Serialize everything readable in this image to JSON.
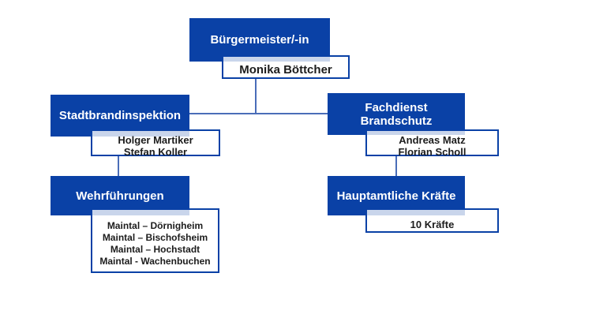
{
  "colors": {
    "box_blue": "#0a41a6",
    "connector_blue": "#4a6db8",
    "overlap_tint": "#c9d5eb",
    "text_dark": "#1c1c1c",
    "text_light": "#ffffff"
  },
  "org": {
    "root": {
      "title": "Bürgermeister/-in",
      "detail": "Monika Böttcher"
    },
    "branches": [
      {
        "title": "Stadtbrandinspektion",
        "members": [
          "Holger Martiker",
          "Stefan Koller"
        ],
        "child": {
          "title": "Wehrführungen",
          "members": [
            "Maintal – Dörnigheim",
            "Maintal – Bischofsheim",
            "Maintal – Hochstadt",
            "Maintal - Wachenbuchen"
          ]
        }
      },
      {
        "title": "Fachdienst Brandschutz",
        "members": [
          "Andreas Matz",
          "Florian Scholl"
        ],
        "child": {
          "title": "Hauptamtliche Kräfte",
          "members": [
            "10 Kräfte"
          ]
        }
      }
    ]
  }
}
